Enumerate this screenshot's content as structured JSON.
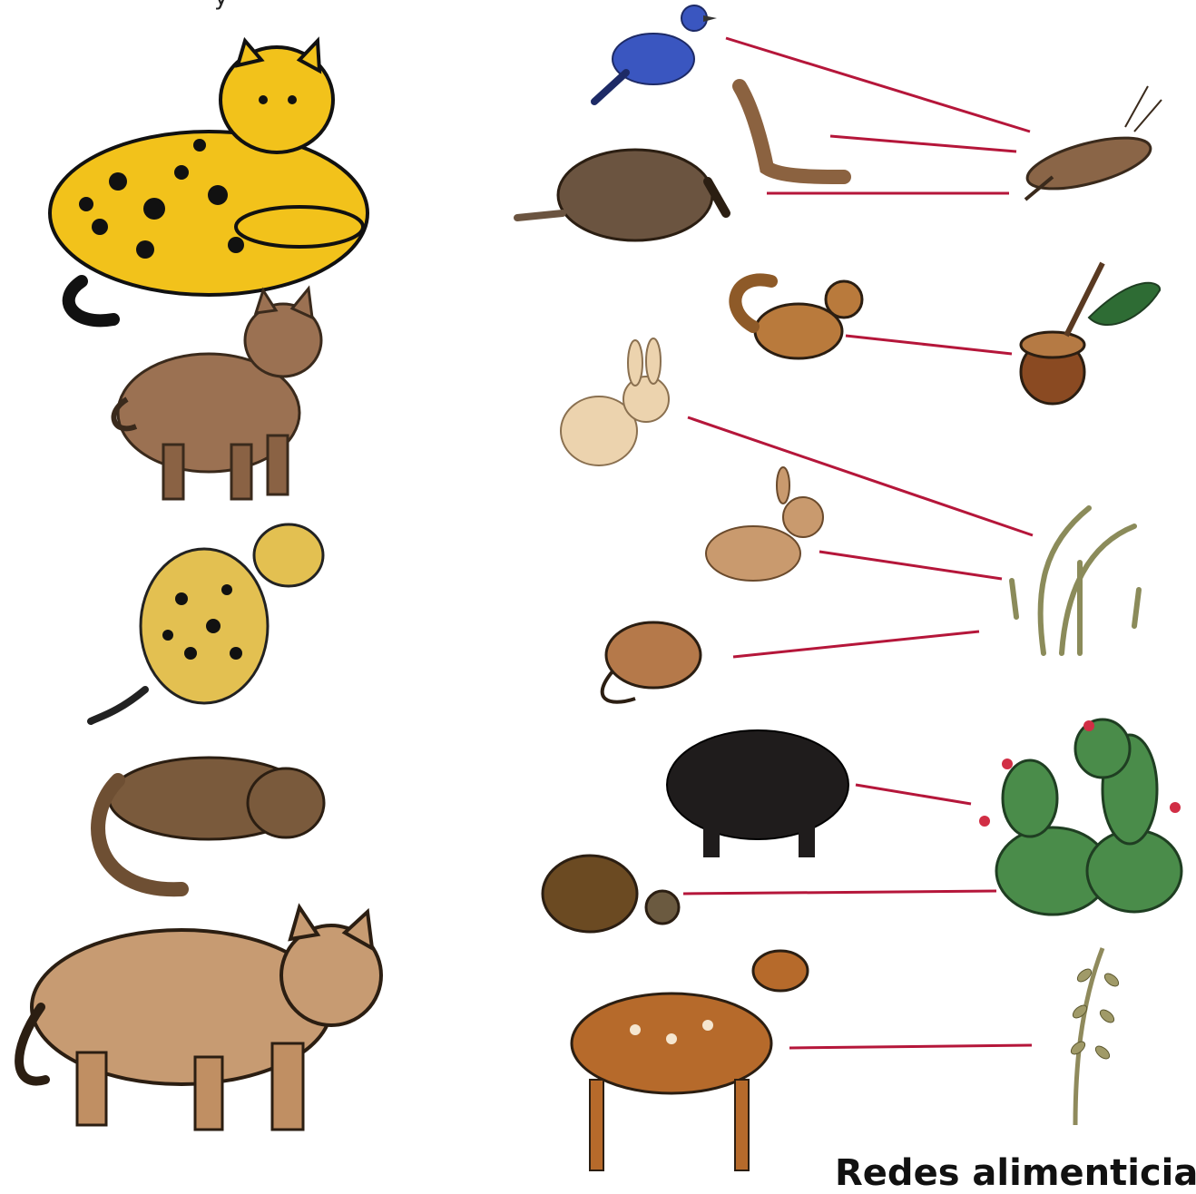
{
  "title": "Redes alimenticias",
  "top_fragment": "y",
  "colors": {
    "link_line": "#b5163a"
  },
  "organisms": {
    "jaguar": "jaguar-icon",
    "bobcat": "bobcat-icon",
    "ocelot": "ocelot-icon",
    "jaguarundi": "jaguarundi-icon",
    "puma": "puma-icon",
    "bird": "bird-icon",
    "lizard": "lizard-icon",
    "armadillo": "armadillo-icon",
    "chipmunk": "chipmunk-icon",
    "rabbit": "rabbit-icon",
    "hare": "hare-icon",
    "mouse": "mouse-icon",
    "peccary": "peccary-icon",
    "tortoise": "tortoise-icon",
    "deer": "deer-icon",
    "cricket": "cricket-icon",
    "acorn": "acorn-icon",
    "grass": "grass-icon",
    "cactus": "cactus-icon",
    "leaf_sprig": "leaf-sprig-icon"
  },
  "links": [
    {
      "from": "bird",
      "to": "cricket"
    },
    {
      "from": "lizard",
      "to": "cricket"
    },
    {
      "from": "armadillo",
      "to": "cricket"
    },
    {
      "from": "chipmunk",
      "to": "acorn"
    },
    {
      "from": "rabbit",
      "to": "grass"
    },
    {
      "from": "hare",
      "to": "grass"
    },
    {
      "from": "mouse",
      "to": "grass"
    },
    {
      "from": "peccary",
      "to": "cactus"
    },
    {
      "from": "tortoise",
      "to": "cactus"
    },
    {
      "from": "deer",
      "to": "leaf_sprig"
    }
  ]
}
